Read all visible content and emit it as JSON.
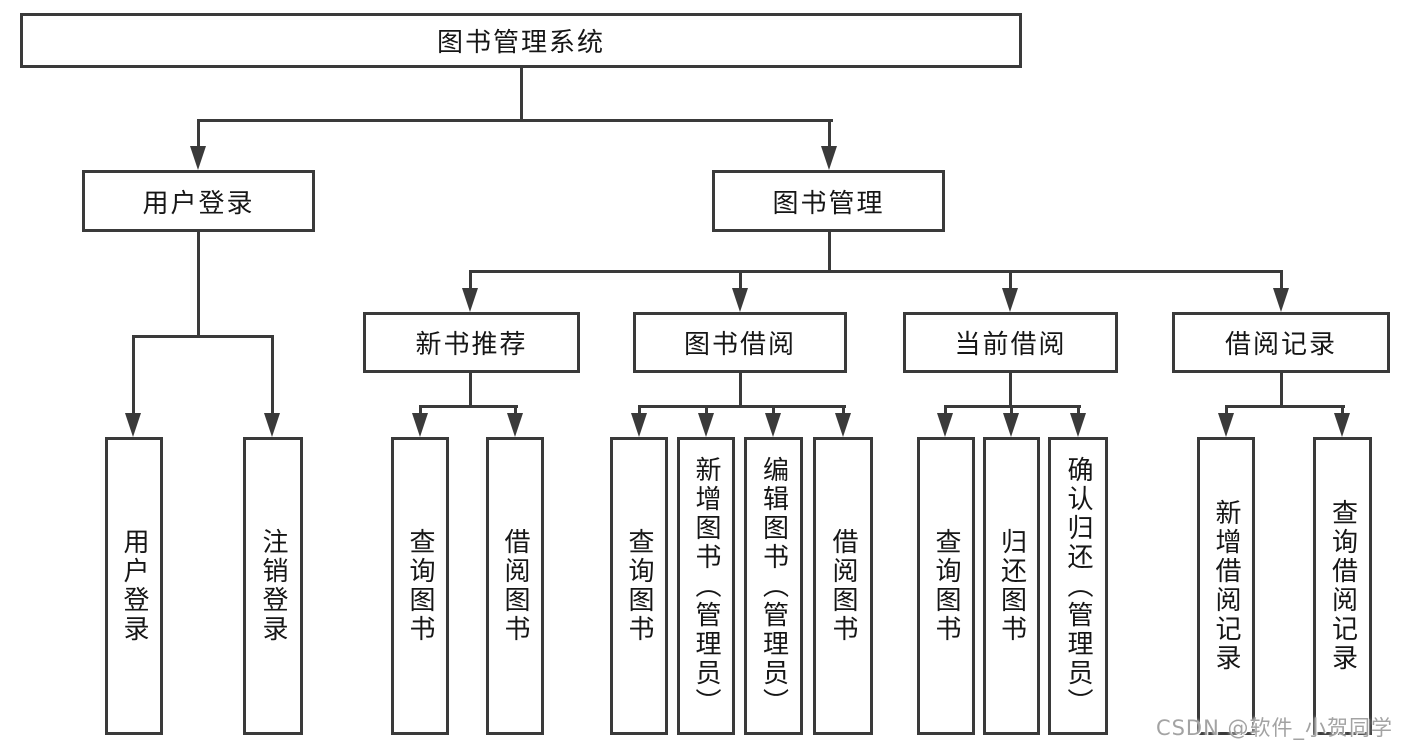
{
  "diagram": {
    "root": {
      "label": "图书管理系统"
    },
    "level2": [
      {
        "label": "用户登录"
      },
      {
        "label": "图书管理"
      }
    ],
    "level3": [
      {
        "label": "新书推荐"
      },
      {
        "label": "图书借阅"
      },
      {
        "label": "当前借阅"
      },
      {
        "label": "借阅记录"
      }
    ],
    "leaves": {
      "user_login": [
        "用户登录",
        "注销登录"
      ],
      "new_books": [
        "查询图书",
        "借阅图书"
      ],
      "book_borrow": [
        "查询图书",
        "新增图书（管理员）",
        "编辑图书（管理员）",
        "借阅图书"
      ],
      "current_borrow": [
        "查询图书",
        "归还图书",
        "确认归还（管理员）"
      ],
      "borrow_records": [
        "新增借阅记录",
        "查询借阅记录"
      ]
    }
  },
  "watermark": {
    "text": "CSDN @软件_小贺同学"
  },
  "colors": {
    "line": "#3a3a3a",
    "text": "#161616",
    "watermark": "#a3a3a3",
    "background": "#ffffff"
  }
}
